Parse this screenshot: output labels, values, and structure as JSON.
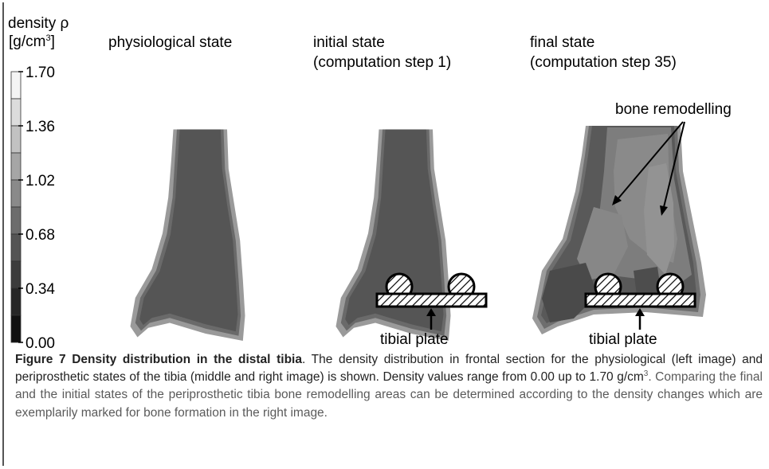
{
  "legend": {
    "title_line1": "density ρ",
    "title_line2_prefix": "[g/cm",
    "title_line2_sup": "3",
    "title_line2_suffix": "]",
    "ticks": [
      "1.70",
      "1.36",
      "1.02",
      "0.68",
      "0.34",
      "0.00"
    ],
    "band_colors": [
      "#f4f4f4",
      "#dcdcdc",
      "#c2c2c2",
      "#a6a6a6",
      "#8a8a8a",
      "#6d6d6d",
      "#545454",
      "#3c3c3c",
      "#262626",
      "#111111"
    ]
  },
  "panels": [
    {
      "id": "physiological",
      "label_line1": "physiological state",
      "label_line2": ""
    },
    {
      "id": "initial",
      "label_line1": "initial state",
      "label_line2": "(computation step 1)"
    },
    {
      "id": "final",
      "label_line1": "final state",
      "label_line2": "(computation step 35)"
    }
  ],
  "annotations": {
    "bone_remodelling": "bone remodelling",
    "tibial_plate_middle": "tibial plate",
    "tibial_plate_right": "tibial plate"
  },
  "caption": {
    "figure_label": "Figure 7 Density distribution in the distal tibia",
    "text_part1": ". The density distribution in frontal section for the physiological (left image) and periprosthetic states of the tibia (middle and right image) is shown. Density values range from 0.00 up to 1.70 g/cm",
    "sup": "3",
    "text_part2": ". Comparing the final and the initial states of the periprosthetic tibia bone remodelling areas can be determined according to the density changes which are exemplarily marked for bone formation in the right image."
  }
}
